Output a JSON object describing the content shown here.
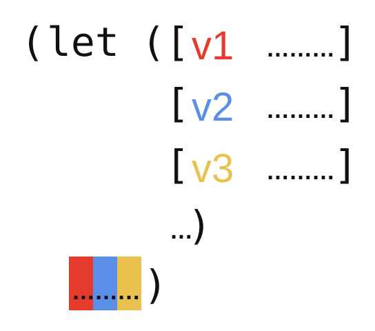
{
  "code": {
    "open_paren": "(",
    "keyword": "let",
    "bindings_open": "(",
    "bindings": [
      {
        "open_bracket": "[",
        "var": "v1",
        "color": "#e53b2c",
        "value": "………",
        "close_bracket": "]"
      },
      {
        "open_bracket": "[",
        "var": "v2",
        "color": "#5b8ee6",
        "value": "………",
        "close_bracket": "]"
      },
      {
        "open_bracket": "[",
        "var": "v3",
        "color": "#e8c14f",
        "value": "………",
        "close_bracket": "]"
      }
    ],
    "more_bindings": "…",
    "bindings_close": ")",
    "body": "………",
    "body_colors": [
      "#e53b2c",
      "#5b8ee6",
      "#e8c14f"
    ],
    "close_paren": ")"
  }
}
